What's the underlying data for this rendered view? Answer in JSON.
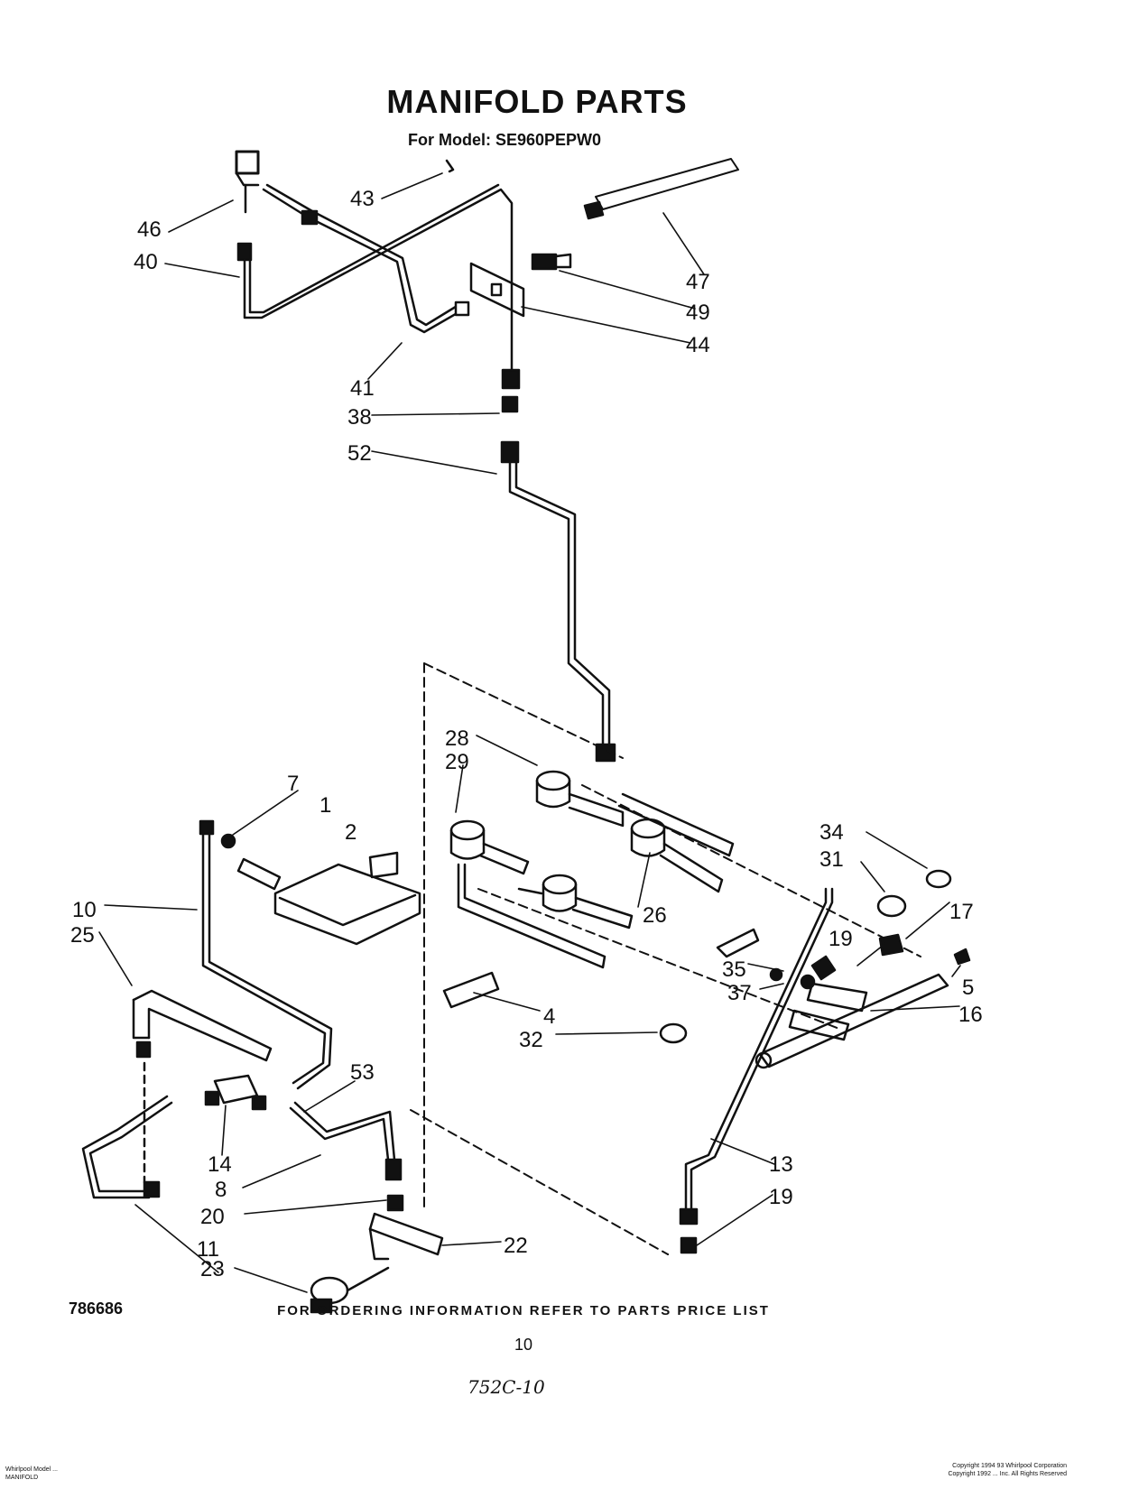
{
  "header": {
    "title": "MANIFOLD PARTS",
    "subtitle": "For Model: SE960PEPW0"
  },
  "callouts": [
    "43",
    "46",
    "40",
    "47",
    "49",
    "44",
    "41",
    "38",
    "52",
    "28",
    "29",
    "7",
    "1",
    "2",
    "34",
    "31",
    "17",
    "10",
    "25",
    "26",
    "19",
    "35",
    "5",
    "37",
    "16",
    "4",
    "32",
    "53",
    "13",
    "19",
    "14",
    "8",
    "20",
    "22",
    "11",
    "23"
  ],
  "footer": {
    "ordering_note": "FOR ORDERING INFORMATION REFER TO PARTS PRICE LIST",
    "doc_number": "786686",
    "page_number": "10",
    "handwritten_note": "752C-10",
    "left_fine_print": [
      "Whirlpool Model ...",
      "MANIFOLD"
    ],
    "right_fine_print": [
      "Copyright 1994 93 Whirlpool Corporation",
      "Copyright 1992 ... Inc. All Rights Reserved"
    ]
  }
}
